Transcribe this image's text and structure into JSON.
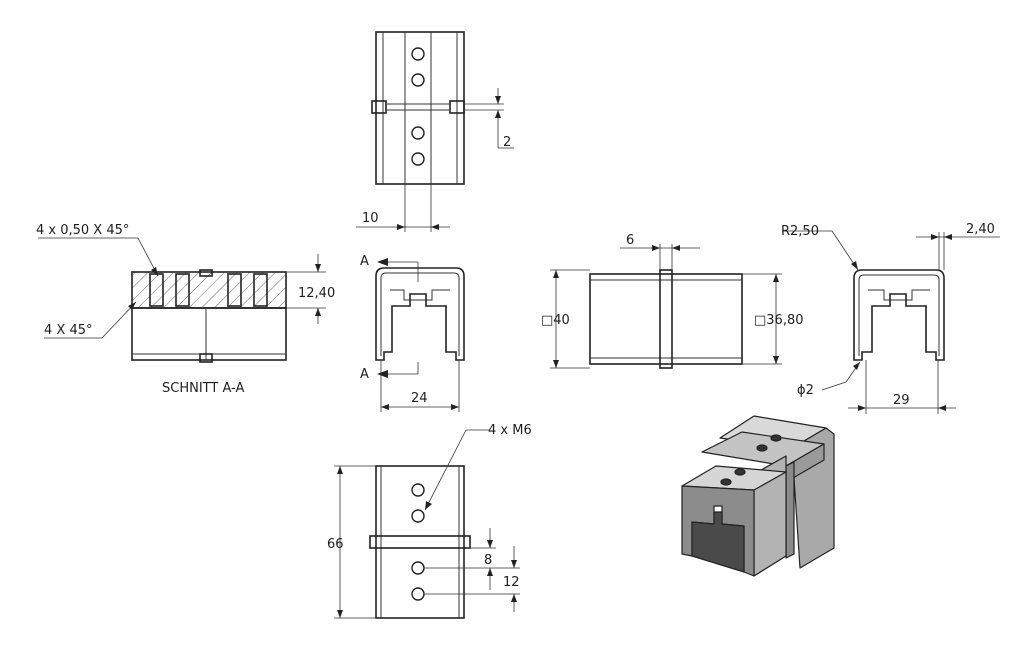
{
  "colors": {
    "line": "#222222",
    "paper": "#ffffff",
    "iso_top": "#d6d6d6",
    "iso_front": "#8c8c8c",
    "iso_side": "#b3b3b3",
    "iso_dark": "#4a4a4a"
  },
  "dimensions": {
    "top_gap": "2",
    "top_width": "10",
    "chamfer_edges": "4 x 0,50 X 45°",
    "chamfer_corners": "4 X 45°",
    "section_height": "12,40",
    "section_title": "SCHNITT A-A",
    "section_mark_top": "A",
    "section_mark_bottom": "A",
    "front_width": "24",
    "collar_width": "6",
    "outer_square": "□40",
    "inner_square": "□36,80",
    "radius": "R2,50",
    "wall": "2,40",
    "diameter": "ϕ2",
    "side_width": "29",
    "threads": "4 x M6",
    "length": "66",
    "hole_offset": "8",
    "hole_pitch": "12"
  }
}
